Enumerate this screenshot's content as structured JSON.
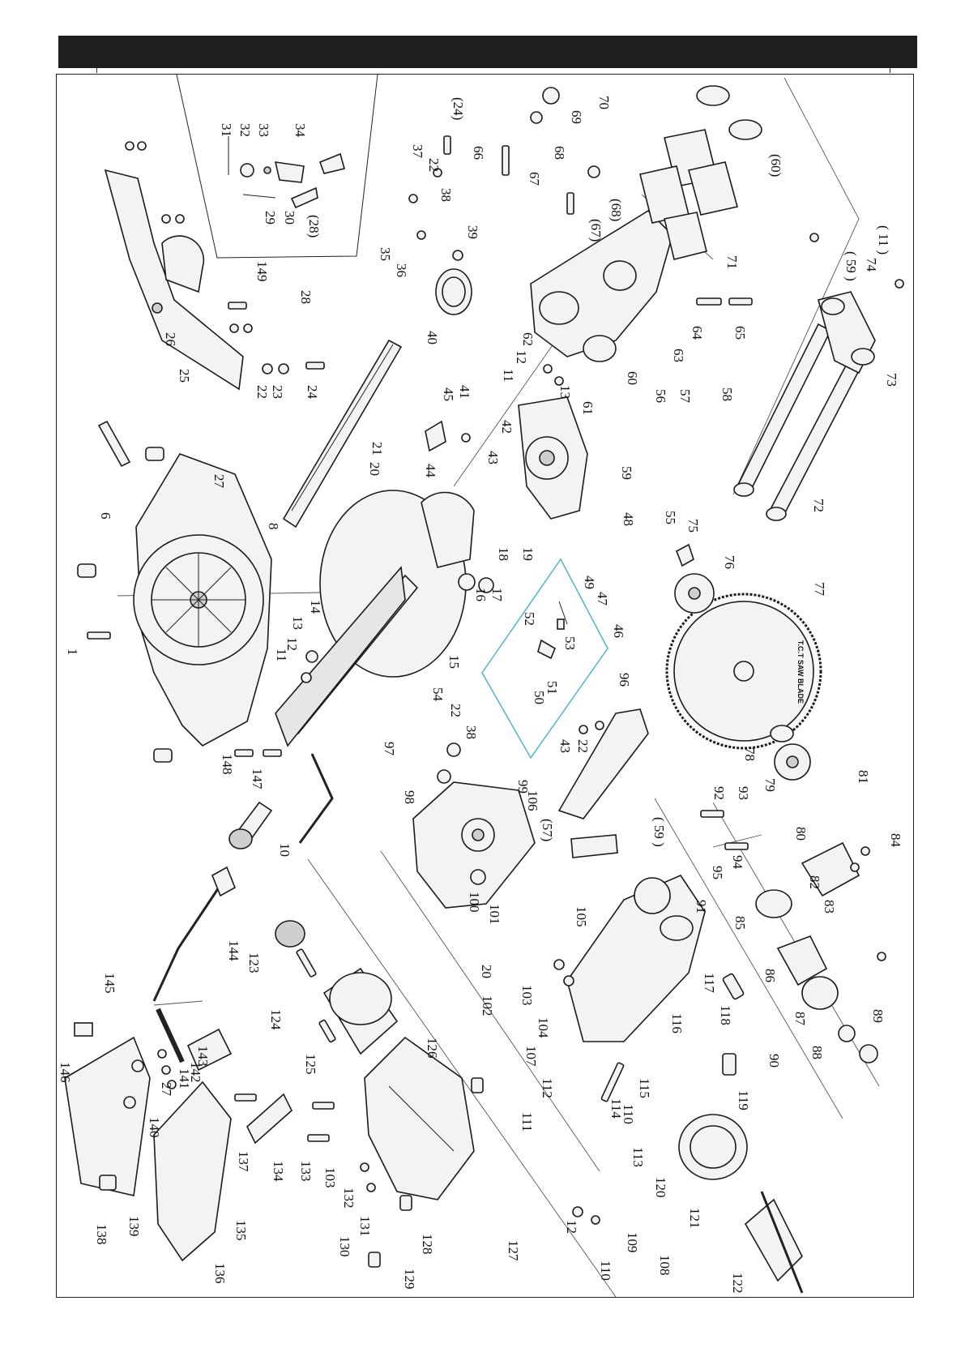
{
  "blade_label": "T.C.T SAW BLADE",
  "callouts": [
    {
      "id": "c-1",
      "text": "1"
    },
    {
      "id": "c-6",
      "text": "6"
    },
    {
      "id": "c-8",
      "text": "8"
    },
    {
      "id": "c-10",
      "text": "10"
    },
    {
      "id": "c-11a",
      "text": "11"
    },
    {
      "id": "c-12a",
      "text": "12"
    },
    {
      "id": "c-13a",
      "text": "13"
    },
    {
      "id": "c-14",
      "text": "14"
    },
    {
      "id": "c-15",
      "text": "15"
    },
    {
      "id": "c-16",
      "text": "16"
    },
    {
      "id": "c-17",
      "text": "17"
    },
    {
      "id": "c-18",
      "text": "18"
    },
    {
      "id": "c-19",
      "text": "19"
    },
    {
      "id": "c-20a",
      "text": "20"
    },
    {
      "id": "c-21",
      "text": "21"
    },
    {
      "id": "c-22a",
      "text": "22"
    },
    {
      "id": "c-23",
      "text": "23"
    },
    {
      "id": "c-24",
      "text": "24"
    },
    {
      "id": "c-24p",
      "text": "(24)"
    },
    {
      "id": "c-25",
      "text": "25"
    },
    {
      "id": "c-26",
      "text": "26"
    },
    {
      "id": "c-27a",
      "text": "27"
    },
    {
      "id": "c-28",
      "text": "28"
    },
    {
      "id": "c-28p",
      "text": "(28)"
    },
    {
      "id": "c-29",
      "text": "29"
    },
    {
      "id": "c-30",
      "text": "30"
    },
    {
      "id": "c-31",
      "text": "31"
    },
    {
      "id": "c-32",
      "text": "32"
    },
    {
      "id": "c-33",
      "text": "33"
    },
    {
      "id": "c-34",
      "text": "34"
    },
    {
      "id": "c-35",
      "text": "35"
    },
    {
      "id": "c-36",
      "text": "36"
    },
    {
      "id": "c-37",
      "text": "37"
    },
    {
      "id": "c-22b",
      "text": "22"
    },
    {
      "id": "c-38a",
      "text": "38"
    },
    {
      "id": "c-39",
      "text": "39"
    },
    {
      "id": "c-40",
      "text": "40"
    },
    {
      "id": "c-41",
      "text": "41"
    },
    {
      "id": "c-42",
      "text": "42"
    },
    {
      "id": "c-43a",
      "text": "43"
    },
    {
      "id": "c-44",
      "text": "44"
    },
    {
      "id": "c-45",
      "text": "45"
    },
    {
      "id": "c-46",
      "text": "46"
    },
    {
      "id": "c-47",
      "text": "47"
    },
    {
      "id": "c-48",
      "text": "48"
    },
    {
      "id": "c-49",
      "text": "49"
    },
    {
      "id": "c-50",
      "text": "50"
    },
    {
      "id": "c-51",
      "text": "51"
    },
    {
      "id": "c-52",
      "text": "52"
    },
    {
      "id": "c-53",
      "text": "53"
    },
    {
      "id": "c-54",
      "text": "54"
    },
    {
      "id": "c-22c",
      "text": "22"
    },
    {
      "id": "c-38b",
      "text": "38"
    },
    {
      "id": "c-43b",
      "text": "43"
    },
    {
      "id": "c-22d",
      "text": "22"
    },
    {
      "id": "c-55",
      "text": "55"
    },
    {
      "id": "c-56",
      "text": "56"
    },
    {
      "id": "c-57",
      "text": "57"
    },
    {
      "id": "c-57p",
      "text": "(57)"
    },
    {
      "id": "c-58",
      "text": "58"
    },
    {
      "id": "c-59",
      "text": "59"
    },
    {
      "id": "c-59p",
      "text": "( 59 )"
    },
    {
      "id": "c-59q",
      "text": "( 59 )"
    },
    {
      "id": "c-60",
      "text": "60"
    },
    {
      "id": "c-60p",
      "text": "(60)"
    },
    {
      "id": "c-61",
      "text": "61"
    },
    {
      "id": "c-62",
      "text": "62"
    },
    {
      "id": "c-63",
      "text": "63"
    },
    {
      "id": "c-64",
      "text": "64"
    },
    {
      "id": "c-65",
      "text": "65"
    },
    {
      "id": "c-66",
      "text": "66"
    },
    {
      "id": "c-67",
      "text": "67"
    },
    {
      "id": "c-67p",
      "text": "(67)"
    },
    {
      "id": "c-68",
      "text": "68"
    },
    {
      "id": "c-68p",
      "text": "(68)"
    },
    {
      "id": "c-69",
      "text": "69"
    },
    {
      "id": "c-70",
      "text": "70"
    },
    {
      "id": "c-71",
      "text": "71"
    },
    {
      "id": "c-72",
      "text": "72"
    },
    {
      "id": "c-73",
      "text": "73"
    },
    {
      "id": "c-74",
      "text": "74"
    },
    {
      "id": "c-11p",
      "text": "( 11 )"
    },
    {
      "id": "c-75",
      "text": "75"
    },
    {
      "id": "c-76",
      "text": "76"
    },
    {
      "id": "c-77",
      "text": "77"
    },
    {
      "id": "c-78",
      "text": "78"
    },
    {
      "id": "c-79",
      "text": "79"
    },
    {
      "id": "c-80",
      "text": "80"
    },
    {
      "id": "c-81",
      "text": "81"
    },
    {
      "id": "c-82",
      "text": "82"
    },
    {
      "id": "c-83",
      "text": "83"
    },
    {
      "id": "c-84",
      "text": "84"
    },
    {
      "id": "c-85",
      "text": "85"
    },
    {
      "id": "c-86",
      "text": "86"
    },
    {
      "id": "c-87",
      "text": "87"
    },
    {
      "id": "c-88",
      "text": "88"
    },
    {
      "id": "c-89",
      "text": "89"
    },
    {
      "id": "c-90",
      "text": "90"
    },
    {
      "id": "c-91",
      "text": "91"
    },
    {
      "id": "c-92",
      "text": "92"
    },
    {
      "id": "c-93",
      "text": "93"
    },
    {
      "id": "c-94",
      "text": "94"
    },
    {
      "id": "c-95",
      "text": "95"
    },
    {
      "id": "c-96",
      "text": "96"
    },
    {
      "id": "c-97",
      "text": "97"
    },
    {
      "id": "c-98",
      "text": "98"
    },
    {
      "id": "c-99",
      "text": "99"
    },
    {
      "id": "c-100",
      "text": "100"
    },
    {
      "id": "c-101",
      "text": "101"
    },
    {
      "id": "c-102",
      "text": "102"
    },
    {
      "id": "c-103a",
      "text": "103"
    },
    {
      "id": "c-104",
      "text": "104"
    },
    {
      "id": "c-105",
      "text": "105"
    },
    {
      "id": "c-106",
      "text": "106"
    },
    {
      "id": "c-107",
      "text": "107"
    },
    {
      "id": "c-108",
      "text": "108"
    },
    {
      "id": "c-109",
      "text": "109"
    },
    {
      "id": "c-110a",
      "text": "110"
    },
    {
      "id": "c-110b",
      "text": "110"
    },
    {
      "id": "c-111",
      "text": "111"
    },
    {
      "id": "c-112",
      "text": "112"
    },
    {
      "id": "c-113",
      "text": "113"
    },
    {
      "id": "c-114",
      "text": "114"
    },
    {
      "id": "c-115",
      "text": "115"
    },
    {
      "id": "c-116",
      "text": "116"
    },
    {
      "id": "c-117",
      "text": "117"
    },
    {
      "id": "c-118",
      "text": "118"
    },
    {
      "id": "c-119",
      "text": "119"
    },
    {
      "id": "c-120",
      "text": "120"
    },
    {
      "id": "c-121",
      "text": "121"
    },
    {
      "id": "c-122",
      "text": "122"
    },
    {
      "id": "c-123",
      "text": "123"
    },
    {
      "id": "c-124",
      "text": "124"
    },
    {
      "id": "c-125",
      "text": "125"
    },
    {
      "id": "c-126",
      "text": "126"
    },
    {
      "id": "c-127",
      "text": "127"
    },
    {
      "id": "c-128",
      "text": "128"
    },
    {
      "id": "c-129",
      "text": "129"
    },
    {
      "id": "c-130",
      "text": "130"
    },
    {
      "id": "c-131",
      "text": "131"
    },
    {
      "id": "c-132",
      "text": "132"
    },
    {
      "id": "c-103b",
      "text": "103"
    },
    {
      "id": "c-133",
      "text": "133"
    },
    {
      "id": "c-134",
      "text": "134"
    },
    {
      "id": "c-135",
      "text": "135"
    },
    {
      "id": "c-136",
      "text": "136"
    },
    {
      "id": "c-137",
      "text": "137"
    },
    {
      "id": "c-138",
      "text": "138"
    },
    {
      "id": "c-139",
      "text": "139"
    },
    {
      "id": "c-140",
      "text": "140"
    },
    {
      "id": "c-27b",
      "text": "27"
    },
    {
      "id": "c-141",
      "text": "141"
    },
    {
      "id": "c-142",
      "text": "142"
    },
    {
      "id": "c-143",
      "text": "143"
    },
    {
      "id": "c-144",
      "text": "144"
    },
    {
      "id": "c-145",
      "text": "145"
    },
    {
      "id": "c-146",
      "text": "146"
    },
    {
      "id": "c-147",
      "text": "147"
    },
    {
      "id": "c-148",
      "text": "148"
    },
    {
      "id": "c-149",
      "text": "149"
    },
    {
      "id": "c-11b",
      "text": "11"
    },
    {
      "id": "c-12b",
      "text": "12"
    },
    {
      "id": "c-13b",
      "text": "13"
    },
    {
      "id": "c-20b",
      "text": "20"
    },
    {
      "id": "c-12c",
      "text": "12"
    }
  ]
}
